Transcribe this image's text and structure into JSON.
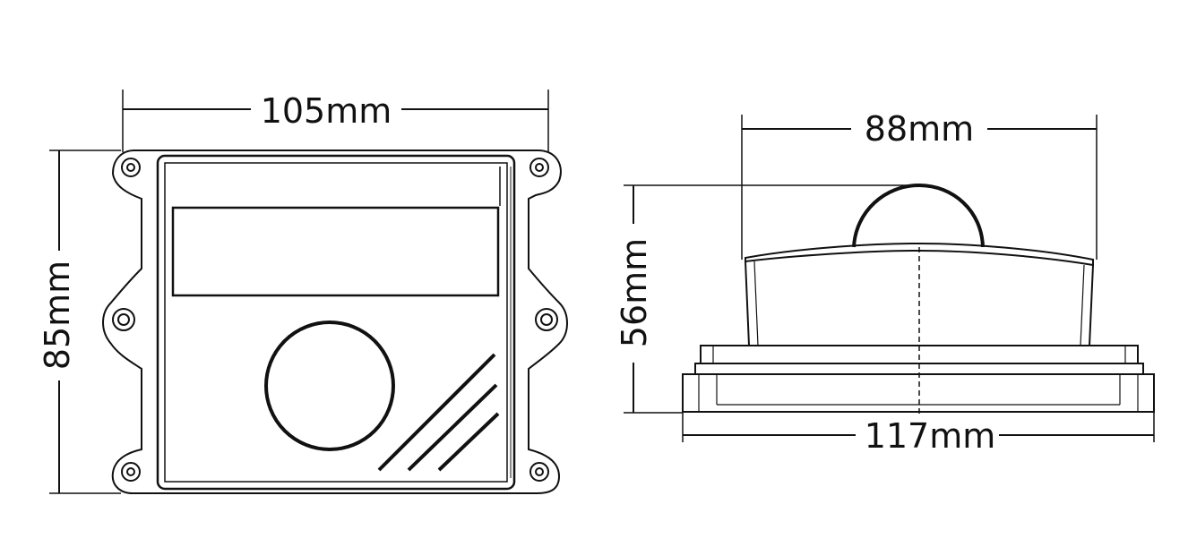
{
  "front_view": {
    "width_label": "105mm",
    "height_label": "85mm"
  },
  "side_view": {
    "top_width_label": "88mm",
    "height_label": "56mm",
    "base_width_label": "117mm"
  },
  "colors": {
    "line": "#111111",
    "background": "#ffffff"
  }
}
